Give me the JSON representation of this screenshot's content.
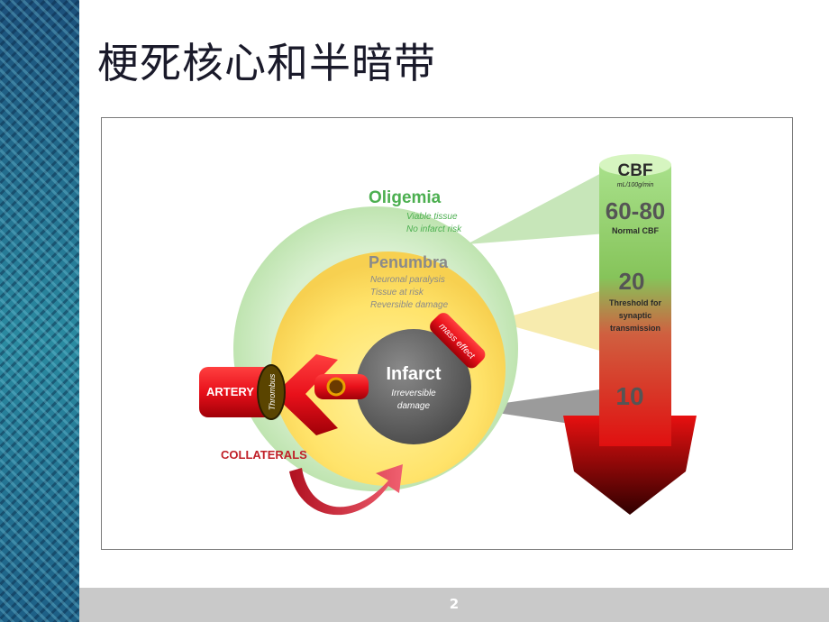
{
  "slide": {
    "title": "梗死核心和半暗带",
    "page_number": "2"
  },
  "diagram": {
    "oligemia": {
      "label": "Oligemia",
      "line1": "Viable tissue",
      "line2": "No infarct risk"
    },
    "penumbra": {
      "label": "Penumbra",
      "line1": "Neuronal paralysis",
      "line2": "Tissue at risk",
      "line3": "Reversible damage"
    },
    "infarct": {
      "label": "Infarct",
      "line1": "Irreversible",
      "line2": "damage"
    },
    "mass_effect": "mass effect",
    "artery": "ARTERY",
    "thrombus": "Thrombus",
    "collaterals": "COLLATERALS",
    "cbf": {
      "title": "CBF",
      "unit": "mL/100g/min",
      "normal_value": "60-80",
      "normal_label": "Normal CBF",
      "threshold_value": "20",
      "threshold_line1": "Threshold for",
      "threshold_line2": "synaptic",
      "threshold_line3": "transmission",
      "critical_value": "10"
    },
    "colors": {
      "oligemia": "#d8efcf",
      "penumbra": "#ffe680",
      "infarct": "#666666",
      "artery": "#e8101a",
      "label_green": "#4caf50",
      "label_gray": "#8a8a8a"
    }
  }
}
